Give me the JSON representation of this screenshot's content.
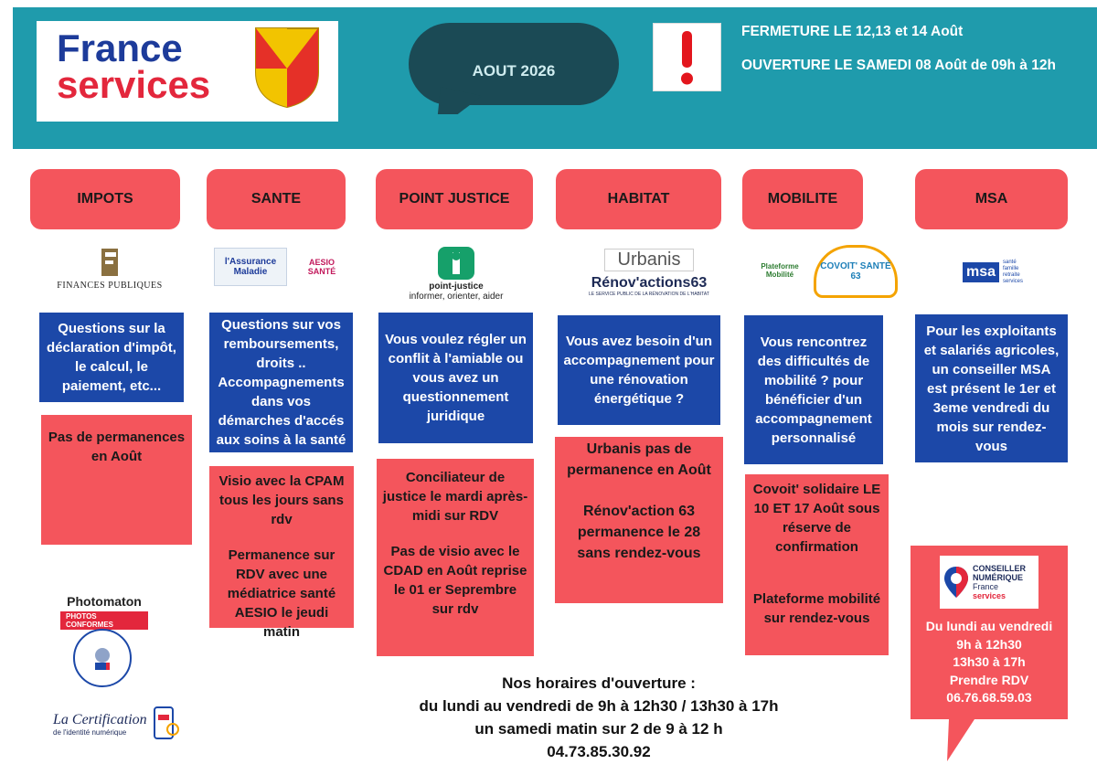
{
  "header": {
    "logo_line1": "France",
    "logo_line2": "services",
    "month": "AOUT 2026",
    "notice": [
      "FERMETURE LE 12,13 et 14 Août",
      "OUVERTURE LE SAMEDI 08 Août de 09h à 12h"
    ]
  },
  "categories": [
    "IMPOTS",
    "SANTE",
    "POINT JUSTICE",
    "HABITAT",
    "MOBILITE",
    "MSA"
  ],
  "logos": {
    "impots": "FINANCES PUBLIQUES",
    "sante_1": "l'Assurance Maladie",
    "sante_2": "AESIO SANTÉ",
    "justice_name": "point-justice",
    "justice_tagline": "informer, orienter, aider",
    "habitat_1": "Urbanis",
    "habitat_2": "Rénov'actions63",
    "habitat_2_sub": "LE SERVICE PUBLIC DE LA RÉNOVATION DE L'HABITAT",
    "mobilite_1": "Plateforme Mobilité",
    "mobilite_2": "COVOIT' SANTÉ 63",
    "msa_mark": "msa",
    "msa_text": [
      "santé",
      "famille",
      "retraite",
      "services"
    ],
    "photomaton": "Photomaton",
    "photomaton_sub": "PHOTOS CONFORMES",
    "photos_conformes": "PHOTOS CONFORMES",
    "certification_1": "La Certification",
    "certification_2": "de l'identité numérique"
  },
  "questions": [
    "Questions sur la déclaration d'impôt, le calcul, le paiement, etc...",
    "Questions sur vos remboursements, droits .. Accompagnements dans vos démarches d'accés aux soins à la santé",
    "Vous voulez régler un conflit à l'amiable ou vous avez un questionnement juridique",
    "Vous avez besoin d'un accompagnement pour une rénovation énergétique ?",
    "Vous rencontrez des difficultés de mobilité ? pour bénéficier d'un accompagnement personnalisé",
    "Pour les exploitants et salariés agricoles, un conseiller MSA est présent le 1er et 3eme vendredi du mois sur rendez-vous"
  ],
  "permanences": {
    "impots": "Pas de permanences en Août",
    "sante_1": "Visio avec la CPAM tous les jours sans rdv",
    "sante_2": "Permanence sur RDV avec une médiatrice santé AESIO le jeudi matin",
    "justice_1": "Conciliateur de justice le mardi après-midi sur RDV",
    "justice_2": "Pas de visio avec le CDAD en Août reprise le 01 er Seprembre sur rdv",
    "habitat_1": "Urbanis pas de permanence en Août",
    "habitat_2": "Rénov'action 63 permanence le 28 sans rendez-vous",
    "mobilite_1": "Covoit' solidaire LE 10 ET 17 Août sous réserve de confirmation",
    "mobilite_2": "Plateforme mobilité sur rendez-vous"
  },
  "conseiller": {
    "badge_1": "CONSEILLER",
    "badge_2": "NUMÉRIQUE",
    "badge_3": "France",
    "badge_4": "services",
    "lines": [
      "Du lundi au vendredi",
      "9h à 12h30",
      "13h30 à 17h",
      "Prendre RDV",
      "06.76.68.59.03"
    ]
  },
  "hours": {
    "title": "Nos horaires d'ouverture :",
    "line1": "du lundi au vendredi de 9h  à 12h30 / 13h30 à 17h",
    "line2": "un samedi matin sur 2  de  9 à 12 h",
    "phone": "04.73.85.30.92"
  },
  "colors": {
    "header_bg": "#1f9bac",
    "bubble": "#1b4a55",
    "coral": "#f4555c",
    "blue": "#1c48a8",
    "logo_blue": "#1d3b9a",
    "logo_red": "#e3273c"
  },
  "icons": [
    "exclamation-icon",
    "coat-of-arms-icon",
    "location-pin-icon"
  ]
}
